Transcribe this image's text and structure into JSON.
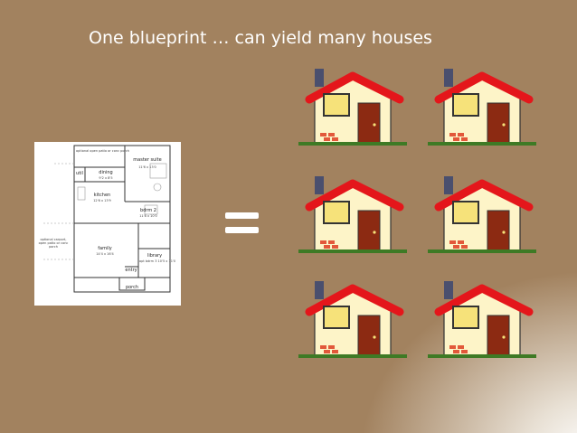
{
  "slide": {
    "title": "One blueprint … can yield many houses"
  },
  "blueprint": {
    "rooms": [
      {
        "name": "optional open patio or conc porch",
        "dims": ""
      },
      {
        "name": "master suite",
        "dims": "11'6 x 13'0"
      },
      {
        "name": "util",
        "dims": ""
      },
      {
        "name": "dining",
        "dims": "9'2 x 8'5"
      },
      {
        "name": "kitchen",
        "dims": "12'6 x 13'9"
      },
      {
        "name": "bdrm 2",
        "dims": "11'8 x 10'0"
      },
      {
        "name": "optional carport, open patio or conc porch",
        "dims": ""
      },
      {
        "name": "family",
        "dims": "14'4 x 16'4"
      },
      {
        "name": "library",
        "dims": "opt bdrm 3 10'5 x 11'0"
      },
      {
        "name": "entry",
        "dims": ""
      },
      {
        "name": "porch",
        "dims": ""
      }
    ]
  },
  "equals_symbol": "=",
  "houses": {
    "count": 6,
    "colors": {
      "roof": "#e4161b",
      "wall": "#fdf4c8",
      "window": "#f6e27a",
      "door": "#8c2a12",
      "chimney": "#4a4f6e",
      "ground": "#3e7a25",
      "bricks": "#e2583a"
    }
  }
}
